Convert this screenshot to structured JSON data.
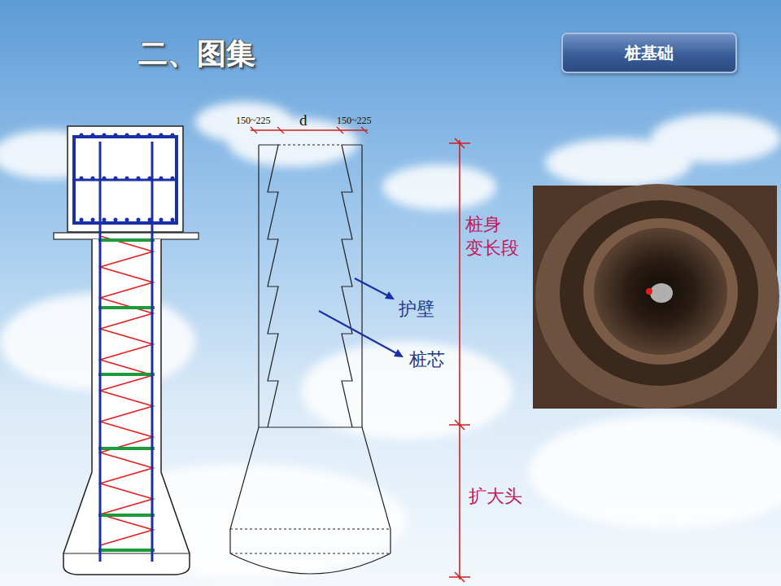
{
  "diagram": {
    "title": "二、图集",
    "nodes": [
      {
        "text": [
          "桩基础"
        ]
      }
    ],
    "labels": [
      "150~225",
      "d",
      "150~225",
      "护壁",
      "桩芯",
      "桩身 变长段",
      "扩大头"
    ]
  }
}
